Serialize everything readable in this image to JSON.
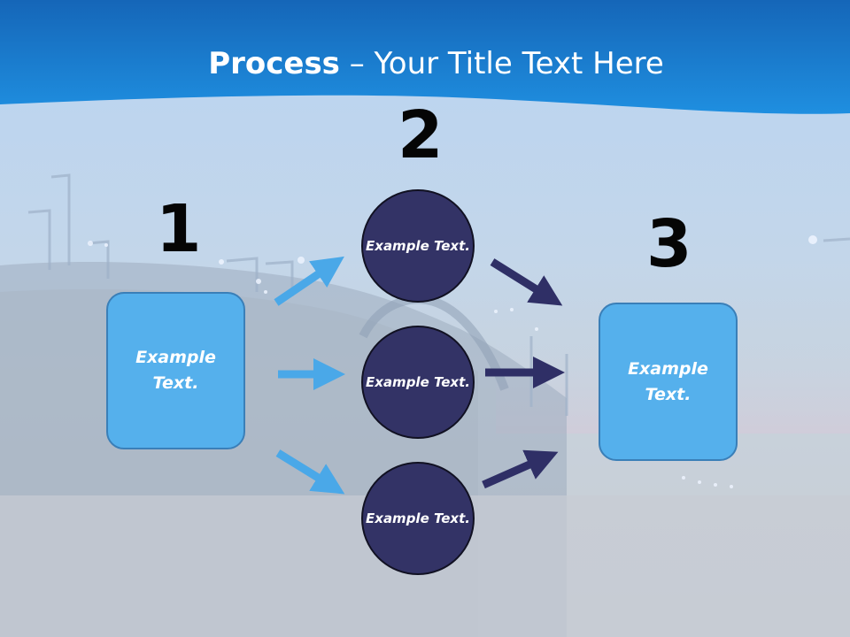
{
  "slide": {
    "title_bold": "Process",
    "title_rest": " – Your Title Text Here",
    "step_numbers": [
      "1",
      "2",
      "3"
    ],
    "left_box": "Example Text.",
    "circles": [
      "Example Text.",
      "Example Text.",
      "Example Text."
    ],
    "right_box": "Example Text."
  },
  "colors": {
    "header": "#1a7fd4",
    "light_arrow": "#4aa8e8",
    "dark_arrow": "#2f2f66",
    "box_fill": "#55b0ec",
    "circle_fill": "#333366"
  }
}
